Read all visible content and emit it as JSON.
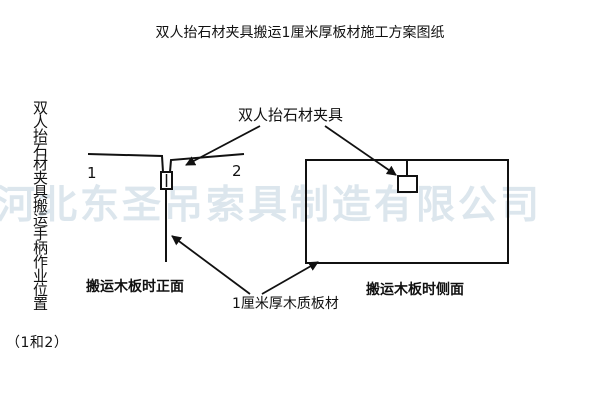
{
  "title": "双人抬石材夹具搬运1厘米厚板材施工方案图纸",
  "vertical_label": "双人抬石材夹具搬运手柄作业位置",
  "vertical_label_sub": "（1和2）",
  "clamp_label": "双人抬石材夹具",
  "position_1": "1",
  "position_2": "2",
  "front_view_label": "搬运木板时正面",
  "side_view_label": "搬运木板时侧面",
  "board_label": "1厘米厚木质板材",
  "watermark": "河北东圣吊索具制造有限公司",
  "colors": {
    "line": "#111111",
    "watermark": "#a8c0d0"
  }
}
